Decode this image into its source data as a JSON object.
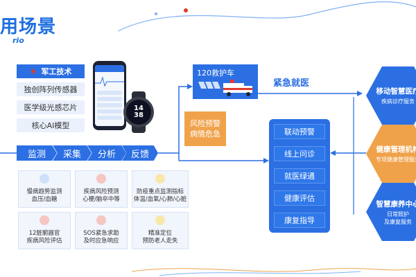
{
  "header": {
    "title": "用场景",
    "subtitle": "rio"
  },
  "tech": {
    "items": [
      "军工技术",
      "独创阵列传感器",
      "医学级光感芯片",
      "核心AI模型"
    ]
  },
  "flow": {
    "steps": [
      "监测",
      "采集",
      "分析",
      "反馈"
    ]
  },
  "features": [
    {
      "line1": "慢病趋势监测",
      "line2": "血压/血糖",
      "icon": "trend-icon"
    },
    {
      "line1": "疾病风险预测",
      "line2": "心梗/脑卒中等",
      "icon": "heart-icon"
    },
    {
      "line1": "防疫重点监测指标",
      "line2": "体温/血氧/心肺/心脏",
      "icon": "eye-icon"
    },
    {
      "line1": "12脏腑器官",
      "line2": "疾病风险评估",
      "icon": "organ-icon"
    },
    {
      "line1": "SOS紧急求助",
      "line2": "及时应急响应",
      "icon": "alarm-icon"
    },
    {
      "line1": "精准定位",
      "line2": "预防老人走失",
      "icon": "location-icon"
    }
  ],
  "emergency": {
    "ambulance": "120救护车",
    "urgent": "紧急就医",
    "risk_line1": "风险预警",
    "risk_line2": "病情危急"
  },
  "services": [
    "联动预警",
    "线上问诊",
    "就医绿通",
    "健康评估",
    "康复指导"
  ],
  "institutions": [
    {
      "title": "移动智慧医疗",
      "sub": "疾病诊疗服务",
      "color": "#2b6fe3"
    },
    {
      "title": "健康管理机构",
      "sub": "专项健康管理服务",
      "color": "#f0a24b"
    },
    {
      "title": "智慧康养中心",
      "sub1": "日常照护",
      "sub2": "及康复服务",
      "color": "#2b6fe3"
    }
  ],
  "watch": {
    "time_top": "14",
    "time_bottom": "38"
  },
  "colors": {
    "primary": "#2b6fe3",
    "accent": "#f0a24b",
    "danger": "#e23a2e"
  }
}
